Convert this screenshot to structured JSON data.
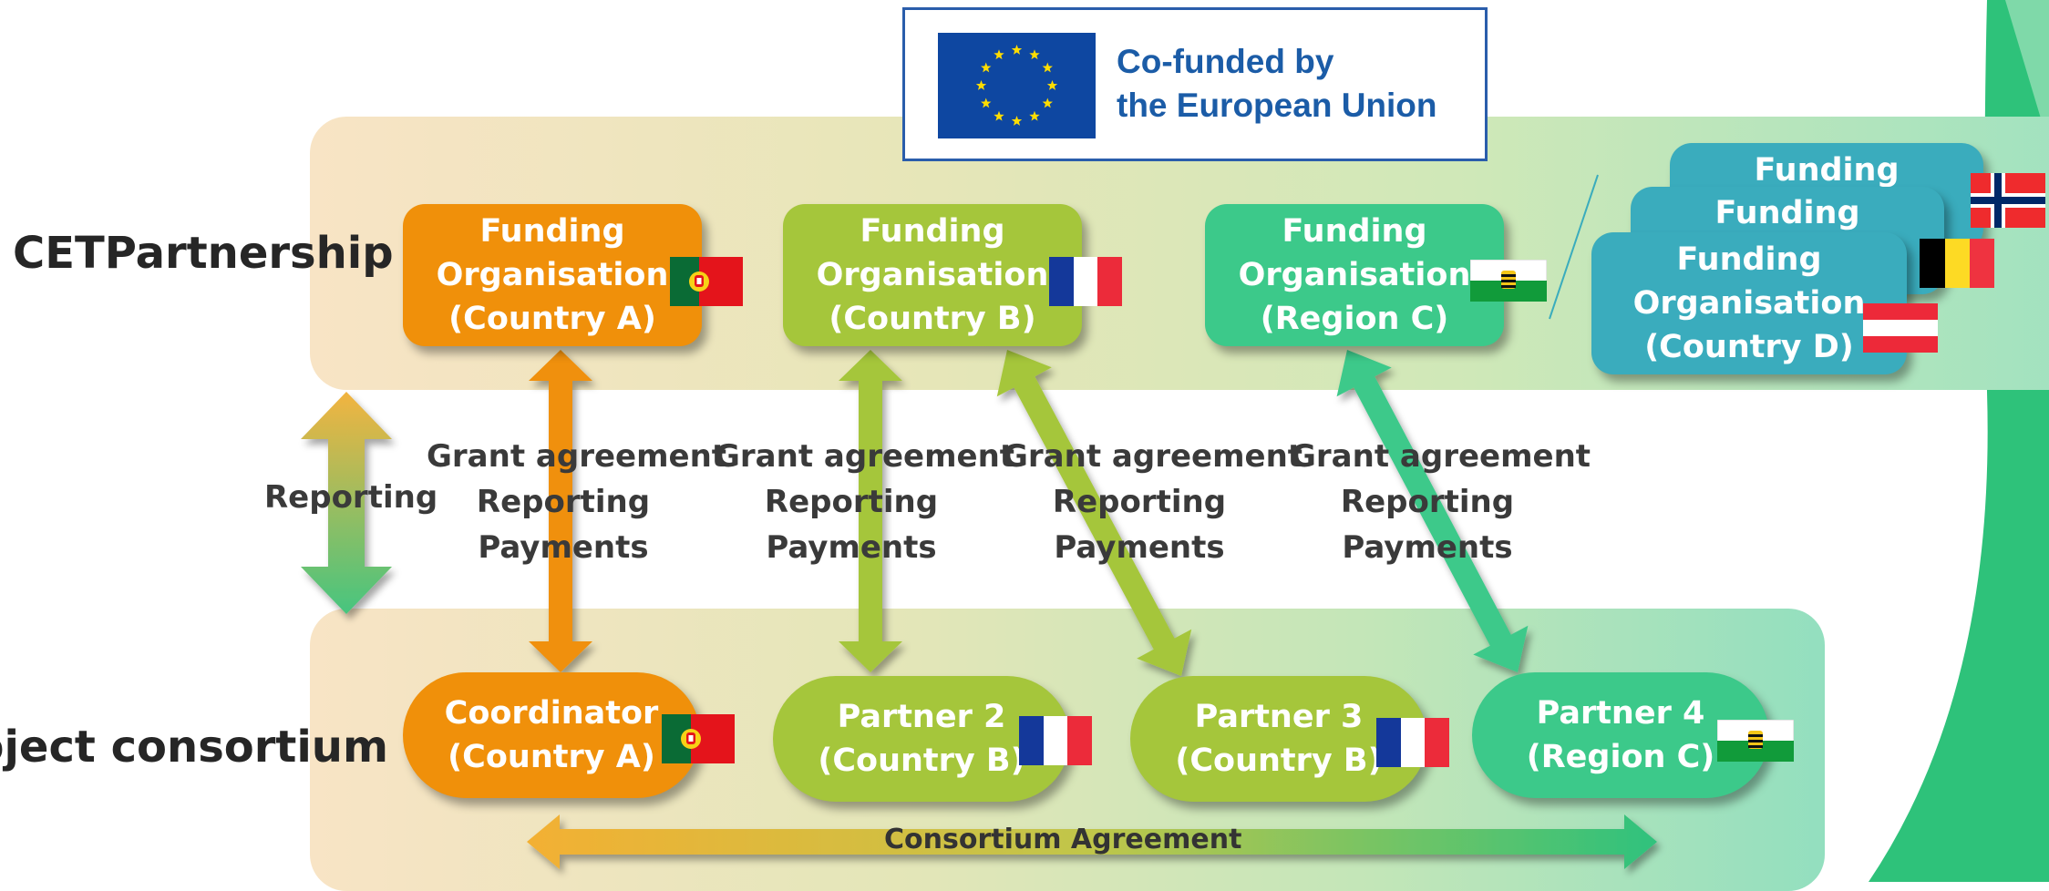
{
  "logo": {
    "line1": "Co-funded by",
    "line2": "the European Union"
  },
  "rows": {
    "top": "CETPartnership",
    "bottom": "Project consortium"
  },
  "funding": [
    {
      "lines": [
        "Funding",
        "Organisation",
        "(Country A)"
      ],
      "flag": "portugal-flag"
    },
    {
      "lines": [
        "Funding",
        "Organisation",
        "(Country B)"
      ],
      "flag": "france-flag"
    },
    {
      "lines": [
        "Funding",
        "Organisation",
        "(Region C)"
      ],
      "flag": "saxony-flag"
    },
    {
      "lines": [
        "Funding",
        "Organisation",
        "(Country D)"
      ],
      "flag": "austria-flag"
    }
  ],
  "stack_titles": [
    "Funding",
    "Funding"
  ],
  "stack_flags": [
    "norway-flag",
    "belgium-flag"
  ],
  "partners": [
    {
      "lines": [
        "Coordinator",
        "(Country A)"
      ],
      "flag": "portugal-flag"
    },
    {
      "lines": [
        "Partner 2",
        "(Country B)"
      ],
      "flag": "france-flag"
    },
    {
      "lines": [
        "Partner 3",
        "(Country B)"
      ],
      "flag": "france-flag"
    },
    {
      "lines": [
        "Partner 4",
        "(Region C)"
      ],
      "flag": "saxony-flag"
    }
  ],
  "relations": [
    {
      "lines": [
        "Grant agreement",
        "Reporting",
        "Payments"
      ]
    },
    {
      "lines": [
        "Grant agreement",
        "Reporting",
        "Payments"
      ]
    },
    {
      "lines": [
        "Grant agreement",
        "Reporting",
        "Payments"
      ]
    },
    {
      "lines": [
        "Grant agreement",
        "Reporting",
        "Payments"
      ]
    }
  ],
  "reporting": "Reporting",
  "consortium_agreement": "Consortium Agreement",
  "colors": {
    "orange": "#f0900a",
    "lime": "#a5c63b",
    "green": "#3cc98a",
    "teal": "#3aacbd",
    "eu_blue": "#0e47a1",
    "eu_yellow": "#ffdd00"
  }
}
